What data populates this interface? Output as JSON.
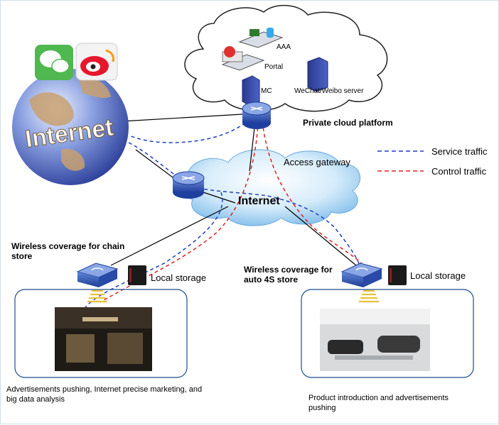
{
  "labels": {
    "aaa": "AAA",
    "portal": "Portal",
    "mc": "MC",
    "wechat_server": "WeChat/Weibo server",
    "private_cloud": "Private cloud platform",
    "access_gateway": "Access gateway",
    "internet_cloud": "Internet",
    "internet_globe": "Internet",
    "chain_store": "Wireless coverage for chain store",
    "auto_store": "Wireless coverage for auto 4S store",
    "local_storage_left": "Local storage",
    "local_storage_right": "Local storage",
    "chain_caption": "Advertisements pushing, Internet precise marketing, and big data analysis",
    "auto_caption": "Product introduction and advertisements pushing"
  },
  "legend": [
    {
      "label": "Service traffic",
      "color": "#1f3fbf"
    },
    {
      "label": "Control traffic",
      "color": "#e02020"
    }
  ],
  "icons": [
    "wechat-icon",
    "weibo-icon",
    "globe-icon",
    "router-icon",
    "server-icon",
    "ap-icon",
    "storage-icon"
  ]
}
